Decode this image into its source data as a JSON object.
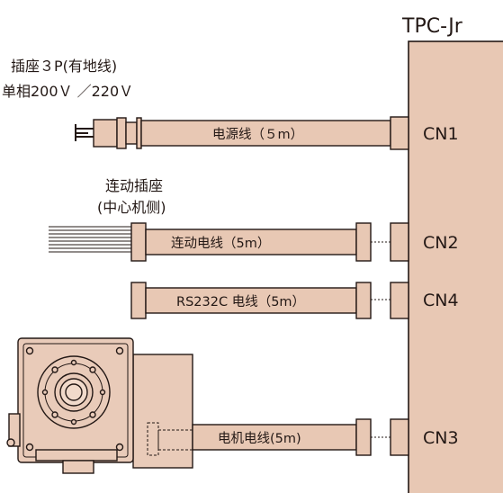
{
  "controller": {
    "title": "TPC-Jr"
  },
  "power_plug": {
    "label_line1": "插座３P(有地线)",
    "label_line2": "单相200Ｖ ／220Ｖ"
  },
  "link_socket": {
    "label_line1": "连动插座",
    "label_line2": "(中心机侧)"
  },
  "cables": {
    "power": "电源线（５m）",
    "link": "连动电线（5m）",
    "rs232c": "RS232C 电线（5m）",
    "motor": "电机电线(5m)"
  },
  "ports": {
    "cn1": "CN1",
    "cn2": "CN2",
    "cn4": "CN4",
    "cn3": "CN3"
  },
  "colors": {
    "cable_fill": "#e8c8b4",
    "controller_fill": "#e8c8b4",
    "device_fill": "#e9cbb9",
    "outline": "#231815"
  }
}
